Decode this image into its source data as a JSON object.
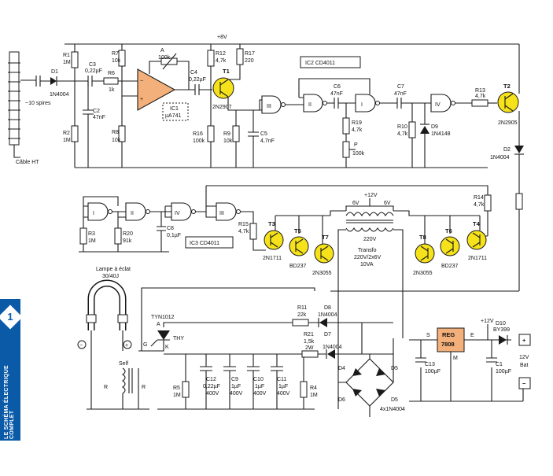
{
  "sidebar": {
    "number": "1",
    "title": "LE SCHÉMA ÉLECTRIQUE COMPLET"
  },
  "coil": {
    "turns": "~10 spires",
    "cable": "Câble HT"
  },
  "diode_d1": {
    "ref": "D1",
    "value": "1N4004"
  },
  "r1": {
    "ref": "R1",
    "value": "1M"
  },
  "r2": {
    "ref": "R2",
    "value": "1M"
  },
  "c3": {
    "ref": "C3",
    "value": "0,22µF"
  },
  "c2": {
    "ref": "C2",
    "value": "47nF"
  },
  "r6": {
    "ref": "R6",
    "value": "1k"
  },
  "r7": {
    "ref": "R7",
    "value": "10k"
  },
  "r8": {
    "ref": "R8",
    "value": "10k"
  },
  "pot_a": {
    "ref": "A",
    "value": "100k"
  },
  "ic1": {
    "ref": "IC1",
    "value": "µA741"
  },
  "c4": {
    "ref": "C4",
    "value": "0,22µF"
  },
  "plus8v": "+8V",
  "r12": {
    "ref": "R12",
    "value": "4,7k"
  },
  "r17": {
    "ref": "R17",
    "value": "220"
  },
  "t1": {
    "ref": "T1",
    "value": "2N2907"
  },
  "r16": {
    "ref": "R16",
    "value": "100k"
  },
  "r9": {
    "ref": "R9",
    "value": "10k"
  },
  "c5": {
    "ref": "C5",
    "value": "4,7nF"
  },
  "ic2": "IC2 CD4011",
  "c6": {
    "ref": "C6",
    "value": "47nF"
  },
  "c7": {
    "ref": "C7",
    "value": "47nF"
  },
  "r19": {
    "ref": "R19",
    "value": "4,7k"
  },
  "pot_p": {
    "ref": "P",
    "value": "100k"
  },
  "r10": {
    "ref": "R10",
    "value": "4,7k"
  },
  "d9": {
    "ref": "D9",
    "value": "1N4148"
  },
  "r13": {
    "ref": "R13",
    "value": "4,7k"
  },
  "t2": {
    "ref": "T2",
    "value": "2N2905"
  },
  "d2": {
    "ref": "D2",
    "value": "1N4004"
  },
  "ic3": "IC3 CD4011",
  "r3": {
    "ref": "R3",
    "value": "1M"
  },
  "r20": {
    "ref": "R20",
    "value": "91k"
  },
  "c8": {
    "ref": "C8",
    "value": "0,1µF"
  },
  "r15": {
    "ref": "R15",
    "value": "4,7k"
  },
  "r14": {
    "ref": "R14",
    "value": "4,7k"
  },
  "plus12v": "+12V",
  "sec_left": "6V",
  "sec_right": "6V",
  "primary": "220V",
  "transfo": {
    "l1": "Transfo",
    "l2": "220V/2x6V",
    "l3": "10VA"
  },
  "t3": {
    "ref": "T3",
    "value": "2N1711"
  },
  "t5": {
    "ref": "T5",
    "value": "BD237"
  },
  "t7": {
    "ref": "T7",
    "value": "2N3055"
  },
  "t8": {
    "ref": "T8",
    "value": "2N3055"
  },
  "t6": {
    "ref": "T6",
    "value": "BD237"
  },
  "t4": {
    "ref": "T4",
    "value": "2N1711"
  },
  "lamp": {
    "l1": "Lampe à éclat",
    "l2": "30/40J"
  },
  "thy": {
    "part": "TYN1012",
    "ref": "THY",
    "a": "A",
    "g": "G",
    "k": "K"
  },
  "self": "Self",
  "r11": {
    "ref": "R11",
    "value": "22k"
  },
  "d8": {
    "ref": "D8",
    "value": "1N4004"
  },
  "r21": {
    "ref": "R21",
    "value": "1,5k",
    "power": "2W"
  },
  "d7": {
    "ref": "D7",
    "value": "1N4004"
  },
  "r5": {
    "ref": "R5",
    "value": "1M"
  },
  "c12": {
    "ref": "C12",
    "value": "0,22µF",
    "volt": "400V"
  },
  "c9": {
    "ref": "C9",
    "value": "1µF",
    "volt": "400V"
  },
  "c10": {
    "ref": "C10",
    "value": "1µF",
    "volt": "400V"
  },
  "c11": {
    "ref": "C11",
    "value": "1µF",
    "volt": "400V"
  },
  "r4": {
    "ref": "R4",
    "value": "1M"
  },
  "bridge": {
    "d4": "D4",
    "d5": "D5",
    "d6": "D6",
    "d5b": "D5",
    "value": "4x1N4004"
  },
  "reg": {
    "ref": "REG",
    "value": "7808",
    "s": "S",
    "e": "E",
    "m": "M"
  },
  "d10": {
    "ref": "D10",
    "value": "BY399"
  },
  "c13": {
    "ref": "C13",
    "value": "100µF"
  },
  "c1": {
    "ref": "C1",
    "value": "100µF"
  },
  "bat": {
    "l1": "12V",
    "l2": "Bat"
  },
  "plus_sym": "+",
  "minus_sym": "−",
  "lamp_minus": "−",
  "lamp_plus": "+",
  "r_star": "R"
}
